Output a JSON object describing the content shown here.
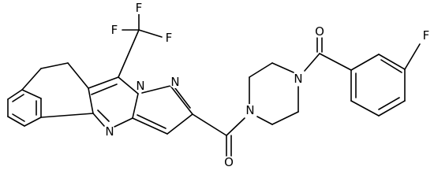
{
  "molecule": {
    "atoms": {
      "F1": "F",
      "F2": "F",
      "F3": "F",
      "N_pyrim": "N",
      "N_bridge": "N",
      "N_pyrazole": "N",
      "N_pip1": "N",
      "N_pip2": "N",
      "O_amide1": "O",
      "O_amide2": "O",
      "F_aryl": "F"
    }
  }
}
